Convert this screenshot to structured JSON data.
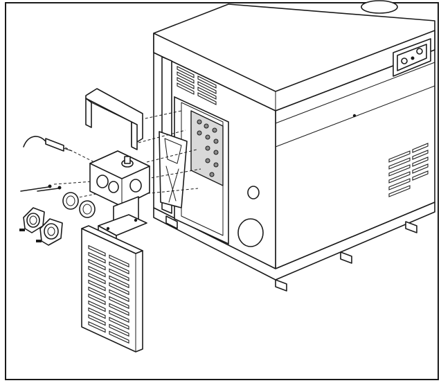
{
  "figure": {
    "kind": "exploded-view",
    "frame_color": "#1a1a1a",
    "background_color": "#ffffff",
    "parts": [
      "boiler-cabinet",
      "control-panel",
      "burner-tray-cover",
      "igniter-sensor",
      "gas-valve-assembly",
      "gaskets",
      "pipe-flanges",
      "front-access-panel"
    ]
  }
}
